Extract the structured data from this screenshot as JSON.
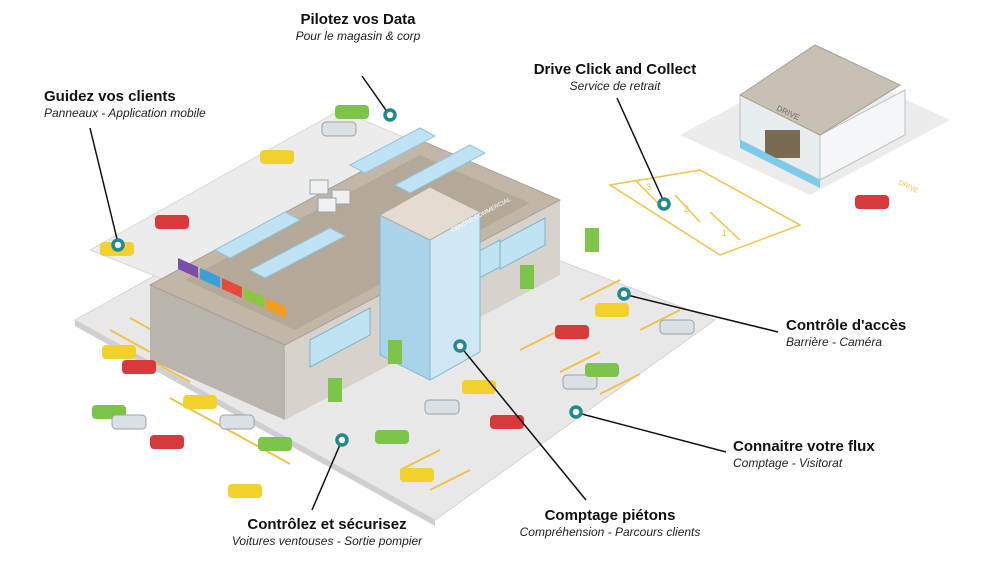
{
  "callouts": {
    "pilotez": {
      "title": "Pilotez vos Data",
      "subtitle": "Pour le magasin & corp"
    },
    "guidez": {
      "title": "Guidez vos clients",
      "subtitle": "Panneaux - Application mobile"
    },
    "drive": {
      "title": "Drive Click and Collect",
      "subtitle": "Service de retrait"
    },
    "acces": {
      "title": "Contrôle d'accès",
      "subtitle": "Barrière - Caméra"
    },
    "flux": {
      "title": "Connaitre votre flux",
      "subtitle": "Comptage - Visitorat"
    },
    "pietons": {
      "title": "Comptage piétons",
      "subtitle": "Compréhension - Parcours clients"
    },
    "controlez": {
      "title": "Contrôlez et sécurisez",
      "subtitle": "Voitures ventouses -  Sortie pompier"
    }
  },
  "building_signs": {
    "mall": "CENTRE COMMERCIAL",
    "drive": "DRIVE"
  },
  "drive_lane": {
    "label": "DRIVE",
    "bays": [
      "1",
      "2",
      "3"
    ]
  },
  "colors": {
    "marker": "#1e8a8e",
    "roof": "#c2b6a8",
    "glass": "#bfe3f2",
    "ground": "#e9e9e9",
    "parking_line": "#f0c24a",
    "car_yellow": "#f2d12c",
    "car_red": "#d8393c",
    "car_green": "#7dc44a",
    "car_silver": "#d9e1e6"
  }
}
